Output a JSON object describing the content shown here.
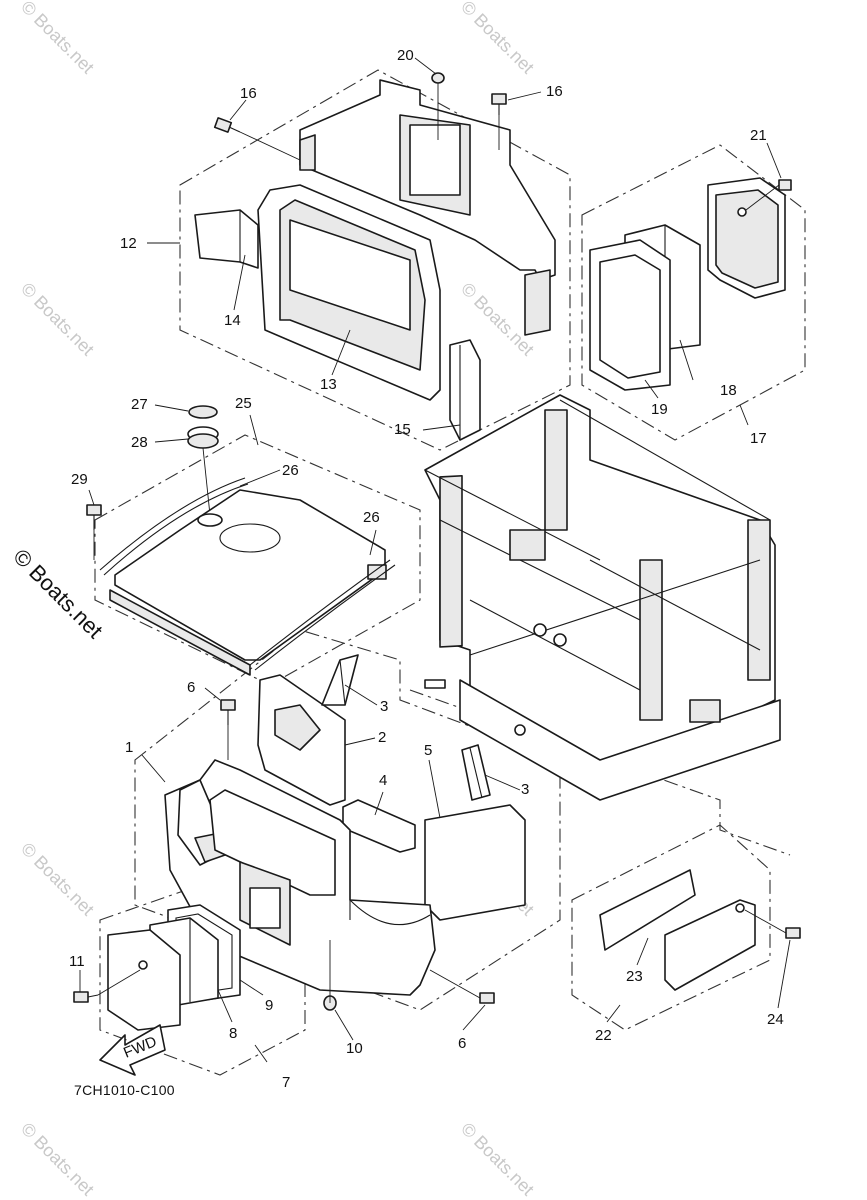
{
  "diagram": {
    "code": "7CH1010-C100",
    "watermark": "© Boats.net",
    "fwd_label": "FWD",
    "callouts": [
      "1",
      "2",
      "3",
      "3",
      "4",
      "5",
      "6",
      "6",
      "7",
      "8",
      "9",
      "10",
      "11",
      "12",
      "13",
      "14",
      "15",
      "16",
      "16",
      "17",
      "18",
      "19",
      "20",
      "21",
      "22",
      "23",
      "24",
      "25",
      "26",
      "26",
      "27",
      "28",
      "29"
    ]
  }
}
